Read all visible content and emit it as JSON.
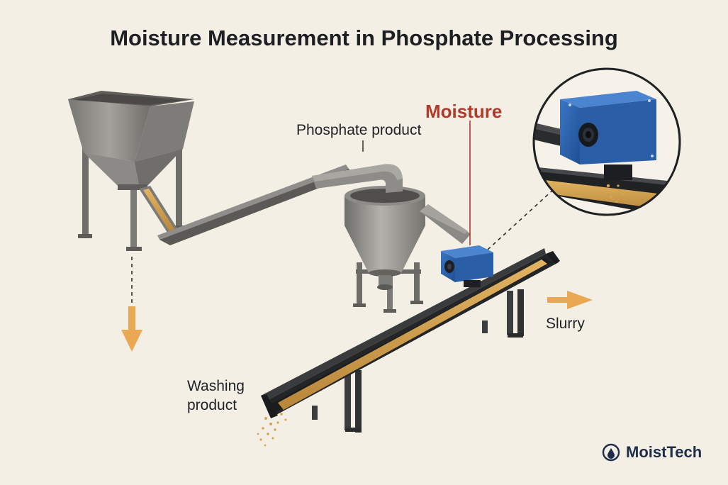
{
  "title": "Moisture Measurement in Phosphate Processing",
  "labels": {
    "phosphate_product": "Phosphate product",
    "moisture": "Moisture",
    "slurry": "Slurry",
    "washing_product_line1": "Washing",
    "washing_product_line2": "product"
  },
  "brand": {
    "name": "MoistTech",
    "icon": "moisttech-logo-icon"
  },
  "colors": {
    "background": "#f3efe5",
    "steel": "#8a8985",
    "sensor_blue": "#2a5fa8",
    "belt": "#2a2b2d",
    "material": "#d8a44d",
    "arrow": "#e9a851",
    "moisture_accent": "#b23a2a"
  }
}
